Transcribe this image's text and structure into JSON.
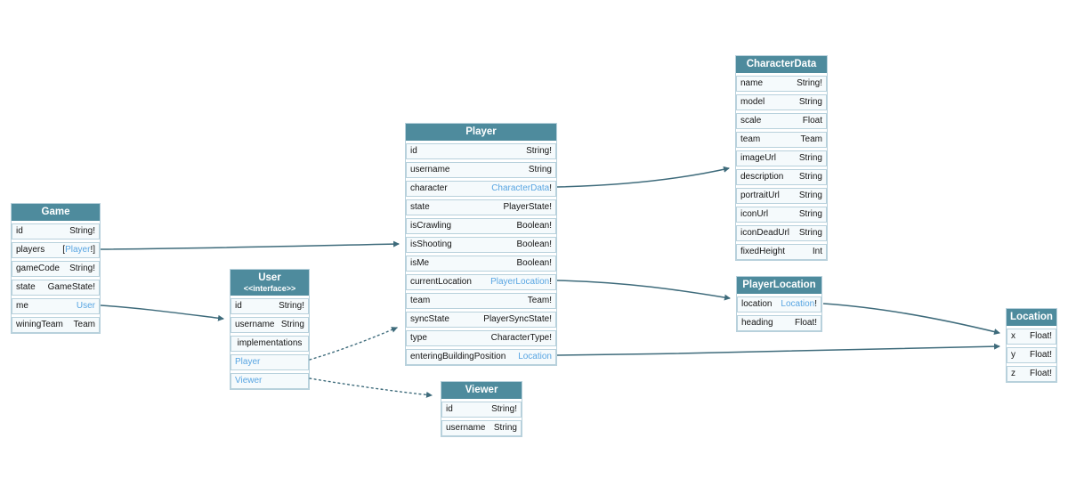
{
  "diagram": {
    "colors": {
      "header": "#4e8b9d",
      "header_text": "#ffffff",
      "link": "#58a5e2",
      "edge": "#3e6b7b",
      "row_bg": "#f5fafc",
      "border": "#b8d1dc",
      "text": "#141414",
      "canvas": "#ffffff"
    },
    "tables": [
      {
        "id": "game",
        "title": "Game",
        "rows": [
          {
            "name": "id",
            "pre": "String!"
          },
          {
            "name": "players",
            "pre": "[",
            "link": "Player",
            "post": "!]"
          },
          {
            "name": "gameCode",
            "pre": "String!"
          },
          {
            "name": "state",
            "pre": "GameState!"
          },
          {
            "name": "me",
            "link": "User"
          },
          {
            "name": "winingTeam",
            "pre": "Team"
          }
        ]
      },
      {
        "id": "user",
        "title": "User",
        "subtitle": "<<interface>>",
        "rows": [
          {
            "name": "id",
            "pre": "String!"
          },
          {
            "name": "username",
            "pre": "String"
          },
          {
            "name": "implementations",
            "center": true
          },
          {
            "name": "Player",
            "name_link": true
          },
          {
            "name": "Viewer",
            "name_link": true
          }
        ]
      },
      {
        "id": "player",
        "title": "Player",
        "rows": [
          {
            "name": "id",
            "pre": "String!"
          },
          {
            "name": "username",
            "pre": "String"
          },
          {
            "name": "character",
            "link": "CharacterData",
            "post": "!"
          },
          {
            "name": "state",
            "pre": "PlayerState!"
          },
          {
            "name": "isCrawling",
            "pre": "Boolean!"
          },
          {
            "name": "isShooting",
            "pre": "Boolean!"
          },
          {
            "name": "isMe",
            "pre": "Boolean!"
          },
          {
            "name": "currentLocation",
            "link": "PlayerLocation",
            "post": "!"
          },
          {
            "name": "team",
            "pre": "Team!"
          },
          {
            "name": "syncState",
            "pre": "PlayerSyncState!"
          },
          {
            "name": "type",
            "pre": "CharacterType!"
          },
          {
            "name": "enteringBuildingPosition",
            "link": "Location"
          }
        ]
      },
      {
        "id": "viewer",
        "title": "Viewer",
        "rows": [
          {
            "name": "id",
            "pre": "String!"
          },
          {
            "name": "username",
            "pre": "String"
          }
        ]
      },
      {
        "id": "characterdata",
        "title": "CharacterData",
        "rows": [
          {
            "name": "name",
            "pre": "String!"
          },
          {
            "name": "model",
            "pre": "String"
          },
          {
            "name": "scale",
            "pre": "Float"
          },
          {
            "name": "team",
            "pre": "Team"
          },
          {
            "name": "imageUrl",
            "pre": "String"
          },
          {
            "name": "description",
            "pre": "String"
          },
          {
            "name": "portraitUrl",
            "pre": "String"
          },
          {
            "name": "iconUrl",
            "pre": "String"
          },
          {
            "name": "iconDeadUrl",
            "pre": "String"
          },
          {
            "name": "fixedHeight",
            "pre": "Int"
          }
        ]
      },
      {
        "id": "playerlocation",
        "title": "PlayerLocation",
        "rows": [
          {
            "name": "location",
            "link": "Location",
            "post": "!"
          },
          {
            "name": "heading",
            "pre": "Float!"
          }
        ]
      },
      {
        "id": "location",
        "title": "Location",
        "rows": [
          {
            "name": "x",
            "pre": "Float!"
          },
          {
            "name": "y",
            "pre": "Float!"
          },
          {
            "name": "z",
            "pre": "Float!"
          }
        ]
      }
    ],
    "edges": [
      {
        "from": "Game.players",
        "to": "Player",
        "style": "solid"
      },
      {
        "from": "Game.me",
        "to": "User",
        "style": "solid"
      },
      {
        "from": "Player.character",
        "to": "CharacterData",
        "style": "solid"
      },
      {
        "from": "Player.currentLocation",
        "to": "PlayerLocation",
        "style": "solid"
      },
      {
        "from": "Player.enteringBuildingPosition",
        "to": "Location",
        "style": "solid"
      },
      {
        "from": "PlayerLocation.location",
        "to": "Location",
        "style": "solid"
      },
      {
        "from": "User.Player",
        "to": "Player",
        "style": "dotted"
      },
      {
        "from": "User.Viewer",
        "to": "Viewer",
        "style": "dotted"
      }
    ]
  }
}
